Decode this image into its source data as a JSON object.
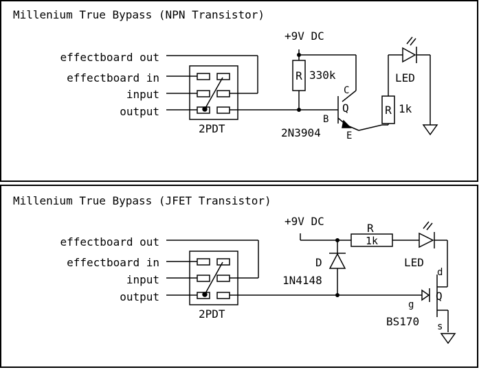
{
  "top_panel": {
    "title": "Millenium True Bypass (NPN Transistor)",
    "labels": {
      "effectboard_out": "effectboard out",
      "effectboard_in": "effectboard in",
      "input": "input",
      "output": "output",
      "switch": "2PDT",
      "supply": "+9V DC",
      "resistor_symbol": "R",
      "resistor_value": "330k",
      "collector": "C",
      "transistor": "Q",
      "base": "B",
      "part_number": "2N3904",
      "emitter": "E",
      "led": "LED",
      "led_resistor_symbol": "R",
      "led_resistor_value": "1k"
    }
  },
  "bottom_panel": {
    "title": "Millenium True Bypass (JFET Transistor)",
    "labels": {
      "effectboard_out": "effectboard out",
      "effectboard_in": "effectboard in",
      "input": "input",
      "output": "output",
      "switch": "2PDT",
      "supply": "+9V DC",
      "resistor_symbol": "R",
      "resistor_value": "1k",
      "diode_symbol": "D",
      "diode_part": "1N4148",
      "led": "LED",
      "drain": "d",
      "gate": "g",
      "transistor": "Q",
      "part_number": "BS170",
      "source": "s"
    }
  }
}
